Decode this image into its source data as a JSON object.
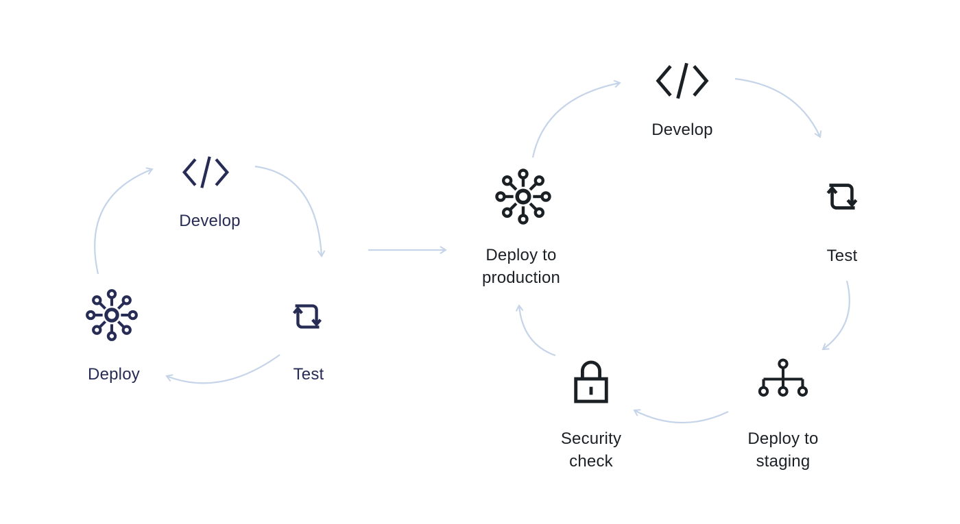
{
  "colors": {
    "bg": "#ffffff",
    "arrow": "#c5d4e8",
    "left": "#272c55",
    "right": "#1b2025"
  },
  "left_cycle": {
    "nodes": [
      {
        "icon": "code-icon",
        "label": "Develop"
      },
      {
        "icon": "loop-icon",
        "label": "Test"
      },
      {
        "icon": "hub-icon",
        "label": "Deploy"
      }
    ],
    "edges": [
      {
        "from": "Develop",
        "to": "Test"
      },
      {
        "from": "Test",
        "to": "Deploy"
      },
      {
        "from": "Deploy",
        "to": "Develop"
      }
    ]
  },
  "connector": {
    "type": "arrow",
    "from": "left cycle",
    "to": "right cycle"
  },
  "right_cycle": {
    "nodes": [
      {
        "icon": "code-icon",
        "label": "Develop"
      },
      {
        "icon": "loop-icon",
        "label": "Test"
      },
      {
        "icon": "sitemap-icon",
        "label": "Deploy to",
        "label2": "staging"
      },
      {
        "icon": "lock-icon",
        "label": "Security",
        "label2": "check"
      },
      {
        "icon": "hub-icon",
        "label": "Deploy to",
        "label2": "production"
      }
    ],
    "edges": [
      {
        "from": "Develop",
        "to": "Test"
      },
      {
        "from": "Test",
        "to": "Deploy to staging"
      },
      {
        "from": "Deploy to staging",
        "to": "Security check"
      },
      {
        "from": "Security check",
        "to": "Deploy to production"
      },
      {
        "from": "Deploy to production",
        "to": "Develop"
      }
    ]
  }
}
